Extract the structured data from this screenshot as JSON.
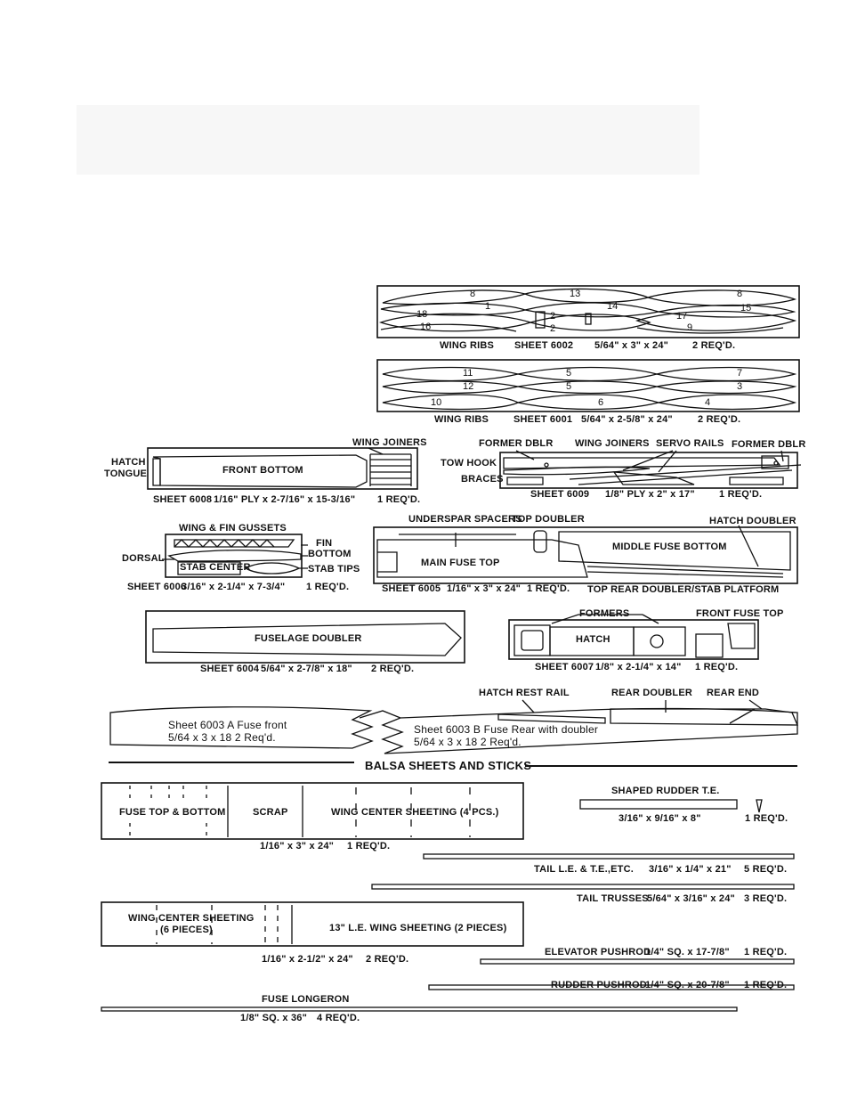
{
  "ribs_6002": {
    "numbers": [
      "8",
      "13",
      "8",
      "1",
      "14",
      "15",
      "18",
      "2",
      "17",
      "16",
      "2",
      "9"
    ],
    "caption": {
      "part": "WING RIBS",
      "sheet": "SHEET 6002",
      "size": "5/64\" x 3\" x 24\"",
      "qty": "2 REQ'D."
    }
  },
  "ribs_6001": {
    "numbers": [
      "11",
      "5",
      "7",
      "12",
      "5",
      "3",
      "10",
      "6",
      "4"
    ],
    "caption": {
      "part": "WING RIBS",
      "sheet": "SHEET 6001",
      "size": "5/64\" x 2-5/8\" x 24\"",
      "qty": "2 REQ'D."
    }
  },
  "sheet_6008": {
    "wing_joiners": "WING JOINERS",
    "hatch_tongue_1": "HATCH",
    "hatch_tongue_2": "TONGUE",
    "front_bottom": "FRONT BOTTOM",
    "caption": {
      "sheet": "SHEET 6008",
      "size": "1/16\" PLY x 2-7/16\" x 15-3/16\"",
      "qty": "1 REQ'D."
    }
  },
  "sheet_6009": {
    "former_dblr_left": "FORMER DBLR",
    "wing_joiners": "WING JOINERS",
    "servo_rails": "SERVO RAILS",
    "former_dblr_right": "FORMER DBLR",
    "tow_hook": "TOW HOOK",
    "braces": "BRACES",
    "caption": {
      "sheet": "SHEET 6009",
      "size": "1/8\" PLY x 2\" x 17\"",
      "qty": "1 REQ'D."
    }
  },
  "sheet_6006": {
    "gussets": "WING & FIN GUSSETS",
    "dorsal": "DORSAL",
    "fin": "FIN",
    "bottom": "BOTTOM",
    "stab_center": "STAB CENTER",
    "stab_tips": "STAB TIPS",
    "caption": {
      "sheet": "SHEET 6006",
      "size": "3/16\" x 2-1/4\" x 7-3/4\"",
      "qty": "1 REQ'D."
    }
  },
  "sheet_6005": {
    "underspar": "UNDERSPAR SPACERS",
    "top_doubler": "TOP DOUBLER",
    "hatch_doubler": "HATCH DOUBLER",
    "middle_fuse_bottom": "MIDDLE FUSE BOTTOM",
    "main_fuse_top": "MAIN FUSE TOP",
    "top_rear": "TOP REAR DOUBLER/STAB PLATFORM",
    "caption": {
      "sheet": "SHEET 6005",
      "size": "1/16\" x 3\" x 24\"",
      "qty": "1 REQ'D."
    }
  },
  "sheet_6004": {
    "fuselage_doubler": "FUSELAGE DOUBLER",
    "caption": {
      "sheet": "SHEET 6004",
      "size": "5/64\" x 2-7/8\" x 18\"",
      "qty": "2 REQ'D."
    }
  },
  "sheet_6007": {
    "formers": "FORMERS",
    "front_fuse_top": "FRONT FUSE TOP",
    "hatch": "HATCH",
    "caption": {
      "sheet": "SHEET 6007",
      "size": "1/8\" x 2-1/4\" x 14\"",
      "qty": "1 REQ'D."
    }
  },
  "sheet_6003": {
    "hatch_rest_rail": "HATCH REST RAIL",
    "rear_doubler": "REAR DOUBLER",
    "rear_end": "REAR END",
    "a_title": "Sheet 6003 A Fuse front",
    "a_size": "5/64 x 3 x 18   2 Req'd.",
    "b_title": "Sheet 6003 B Fuse Rear with doubler",
    "b_size": "5/64 x 3 x 18   2 Req'd."
  },
  "section_title": "BALSA SHEETS AND STICKS",
  "balsa_1": {
    "fuse_top_bottom": "FUSE TOP & BOTTOM",
    "scrap": "SCRAP",
    "wing_center": "WING CENTER SHEETING (4 PCS.)",
    "caption": {
      "size": "1/16\" x 3\" x 24\"",
      "qty": "1 REQ'D."
    }
  },
  "rudder_te": {
    "title": "SHAPED RUDDER T.E.",
    "size": "3/16\" x 9/16\" x 8\"",
    "qty": "1 REQ'D."
  },
  "tail_le": {
    "label": "TAIL L.E. & T.E.,ETC.",
    "size": "3/16\" x 1/4\" x 21\"",
    "qty": "5 REQ'D."
  },
  "tail_trusses": {
    "label": "TAIL TRUSSES",
    "size": "5/64\" x 3/16\" x 24\"",
    "qty": "3 REQ'D."
  },
  "balsa_2": {
    "wing_center_1": "WING CENTER SHEETING",
    "wing_center_2": "(6 PIECES)",
    "le_sheeting": "13\" L.E. WING SHEETING (2 PIECES)",
    "caption": {
      "size": "1/16\" x 2-1/2\" x 24\"",
      "qty": "2 REQ'D."
    }
  },
  "elevator_pushrod": {
    "label": "ELEVATOR PUSHROD",
    "size": "1/4\" SQ. x 17-7/8\"",
    "qty": "1 REQ'D."
  },
  "rudder_pushrod": {
    "label": "RUDDER PUSHROD",
    "size": "1/4\" SQ. x 20-7/8\"",
    "qty": "1 REQ'D."
  },
  "longeron": {
    "label": "FUSE LONGERON",
    "size": "1/8\" SQ. x 36\"",
    "qty": "4 REQ'D."
  }
}
